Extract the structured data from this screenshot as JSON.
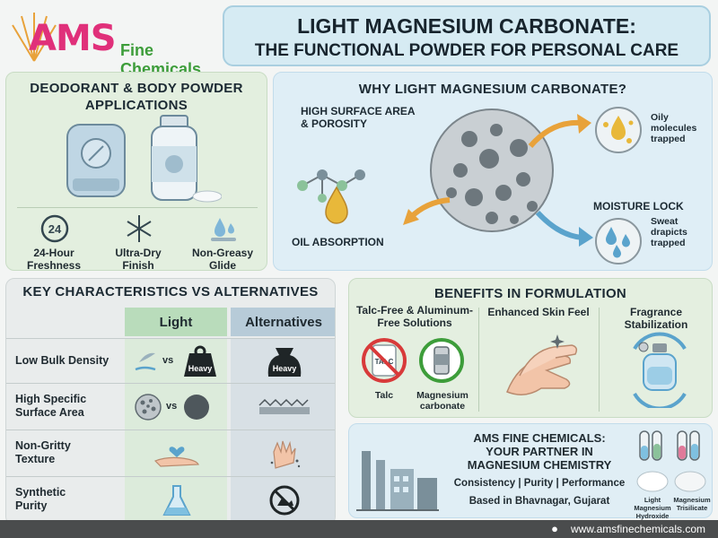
{
  "logo": {
    "ams": "AMS",
    "fine": "Fine Chemicals"
  },
  "header": {
    "title_line1": "LIGHT MAGNESIUM CARBONATE:",
    "title_line2": "THE FUNCTIONAL POWDER FOR PERSONAL CARE"
  },
  "deodorant": {
    "title_line1": "DEODORANT & BODY POWDER",
    "title_line2": "APPLICATIONS",
    "clock_number": "24",
    "features": [
      {
        "line1": "24-Hour",
        "line2": "Freshness"
      },
      {
        "line1": "Ultra-Dry",
        "line2": "Finish"
      },
      {
        "line1": "Non-Greasy",
        "line2": "Glide"
      }
    ]
  },
  "why": {
    "title": "WHY LIGHT MAGNESIUM CARBONATE?",
    "surface_line1": "HIGH SURFACE AREA",
    "surface_line2": "& POROSITY",
    "oil_absorption": "OIL ABSORPTION",
    "oily_line1": "Oily",
    "oily_line2": "molecules",
    "oily_line3": "trapped",
    "moisture_lock": "MOISTURE LOCK",
    "sweat_line1": "Sweat",
    "sweat_line2": "drapicts",
    "sweat_line3": "trapped"
  },
  "characteristics": {
    "title": "KEY CHARACTERISTICS VS ALTERNATIVES",
    "col_light": "Light",
    "col_alt": "Alternatives",
    "vs": "vs",
    "heavy": "Heavy",
    "rows": [
      {
        "line1": "Low Bulk Density",
        "line2": ""
      },
      {
        "line1": "High Specific",
        "line2": "Surface Area"
      },
      {
        "line1": "Non-Gritty",
        "line2": "Texture"
      },
      {
        "line1": "Synthetic",
        "line2": "Purity"
      }
    ]
  },
  "benefits": {
    "title": "BENEFITS IN FORMULATION",
    "talc_free_line1": "Talc-Free & Aluminum-",
    "talc_free_line2": "Free Solutions",
    "talc_label": "Talc",
    "talc_box": "TALC",
    "mag_line1": "Magnesium",
    "mag_line2": "carbonate",
    "skin_feel": "Enhanced Skin Feel",
    "fragrance_line1": "Fragrance",
    "fragrance_line2": "Stabilization"
  },
  "partner": {
    "line1": "AMS FINE CHEMICALS:",
    "line2": "YOUR PARTNER IN",
    "line3": "MAGNESIUM CHEMISTRY",
    "tagline": "Consistency | Purity | Performance",
    "location": "Based in Bhavnagar, Gujarat",
    "prod1_line1": "Light Magnesium",
    "prod1_line2": "Hydroxide",
    "prod2_line1": "Magnesium",
    "prod2_line2": "Trisilicate"
  },
  "footer": {
    "url": "www.amsfinechemicals.com"
  },
  "colors": {
    "brand_pink": "#e0307a",
    "brand_green": "#3d9d3a",
    "light_col": "#b9dcbb",
    "alt_col": "#b7cbd8",
    "arrow_orange": "#e8a23a",
    "arrow_blue": "#5aa3cc"
  }
}
